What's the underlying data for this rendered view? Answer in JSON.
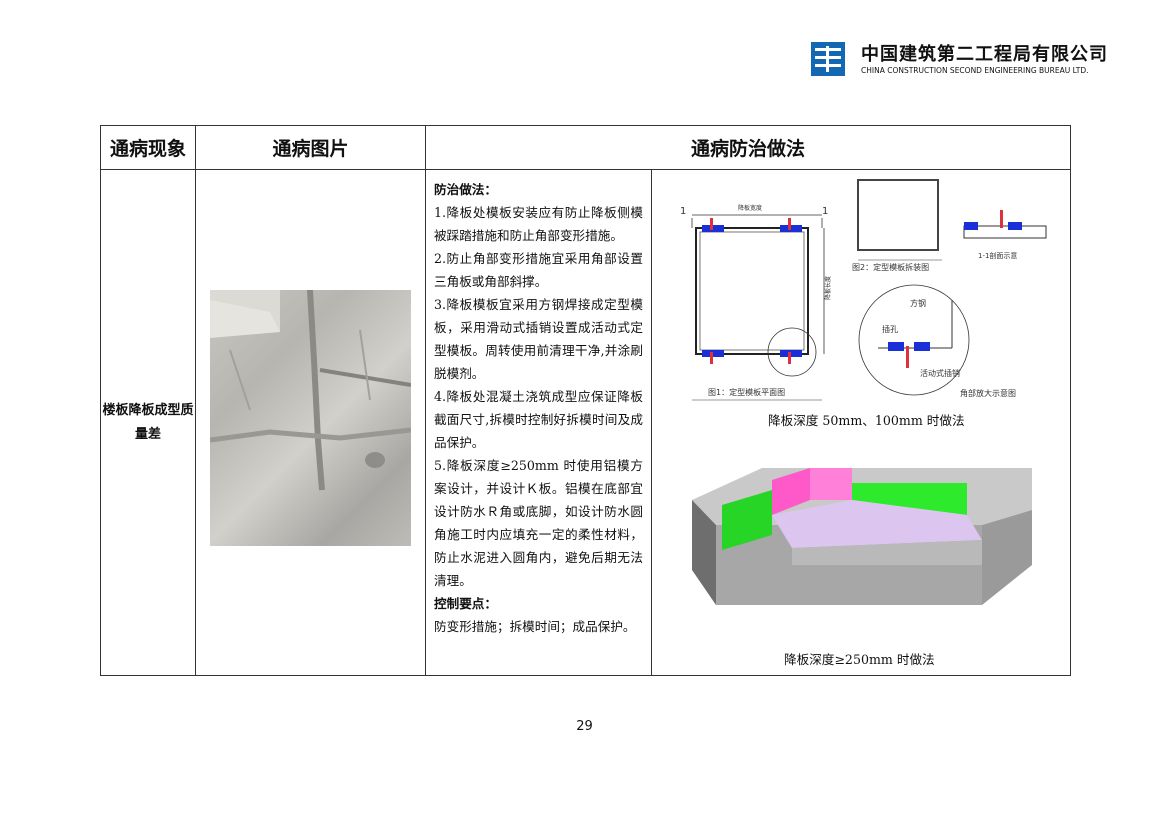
{
  "header": {
    "company_cn": "中国建筑第二工程局有限公司",
    "company_en": "CHINA CONSTRUCTION SECOND ENGINEERING BUREAU LTD."
  },
  "table": {
    "columns": [
      "通病现象",
      "通病图片",
      "通病防治做法"
    ],
    "row": {
      "phenomenon": "楼板降板成型质量差",
      "method_title": "防治做法：",
      "items": [
        "1.降板处模板安装应有防止降板侧模被踩踏措施和防止角部变形措施。",
        "2.防止角部变形措施宜采用角部设置三角板或角部斜撑。",
        "3.降板模板宜采用方钢焊接成定型模板，采用滑动式插销设置成活动式定型模板。周转使用前清理干净,并涂刷脱模剂。",
        "4.降板处混凝土浇筑成型应保证降板截面尺寸,拆模时控制好拆模时间及成品保护。",
        "5.降板深度≥250mm 时使用铝模方案设计，并设计Ｋ板。铝模在底部宜设计防水Ｒ角或底脚，如设计防水圆角施工时内应填充一定的柔性材料，防止水泥进入圆角内，避免后期无法清理。"
      ],
      "control_title": "控制要点：",
      "control_text": "防变形措施；拆模时间；成品保护。"
    }
  },
  "figures": {
    "plan_caption": "图1：定型模板平面图",
    "assembly_caption": "图2：定型模板拆装图",
    "section_caption": "1-1剖面示意",
    "corner_caption": "角部放大示意图",
    "label_width": "降板宽度",
    "label_length": "降板长度",
    "label_section": "1",
    "label_steel": "方钢",
    "label_hole": "插孔",
    "label_pin": "活动式插销",
    "caption_top": "降板深度 50mm、100mm 时做法",
    "caption_bottom": "降板深度≥250mm 时做法"
  },
  "footer": {
    "page_number": "29"
  }
}
